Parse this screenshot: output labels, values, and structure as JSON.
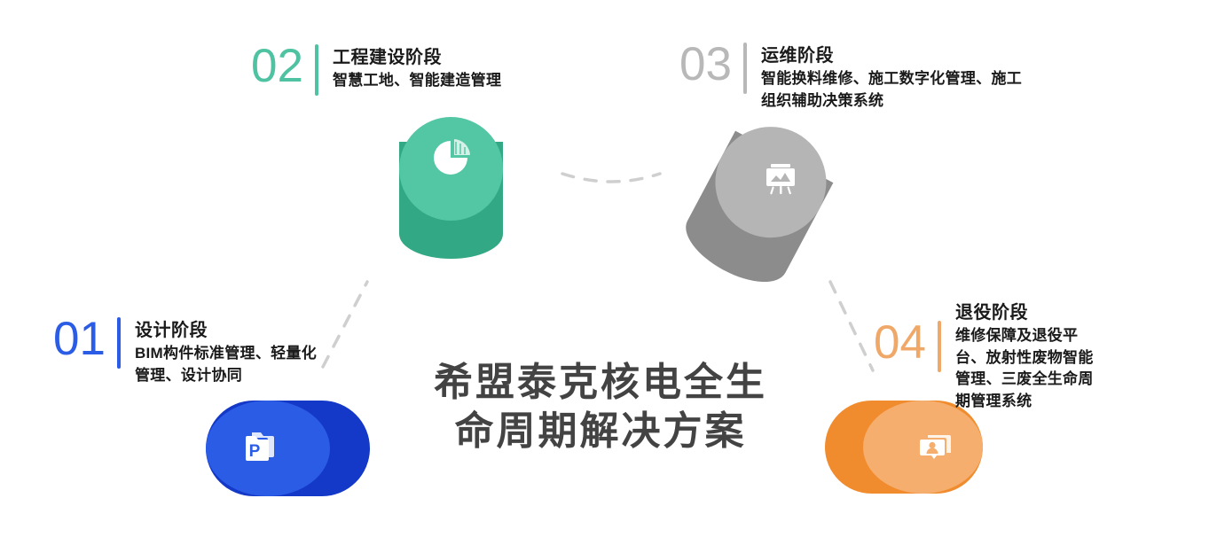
{
  "headline": {
    "line1": "希盟泰克核电全生",
    "line2": "命周期解决方案"
  },
  "colors": {
    "stage01_accent": "#2B5CE6",
    "stage02_accent": "#4FC3A1",
    "stage03_accent": "#B8B8B8",
    "stage04_accent": "#F0A868",
    "headline_text": "#434343",
    "body_text": "#1A1A1A",
    "connector_line": "#CFCFCF",
    "blue_dark": "#1438C8",
    "blue_light": "#2B5CE6",
    "green_dark": "#33A884",
    "green_light": "#53C6A4",
    "grey_dark": "#8C8C8C",
    "grey_light": "#B5B5B5",
    "orange_dark": "#F08C2E",
    "orange_light": "#F5AE6E"
  },
  "stages": [
    {
      "number": "01",
      "title": "设计阶段",
      "desc": "BIM构件标准管理、轻量化管理、设计协同",
      "icon": "document-stack-p-icon",
      "shape": "horizontal-cylinder-blue"
    },
    {
      "number": "02",
      "title": "工程建设阶段",
      "desc": "智慧工地、智能建造管理",
      "icon": "pie-chart-icon",
      "shape": "vertical-cylinder-green"
    },
    {
      "number": "03",
      "title": "运维阶段",
      "desc": "智能换料维修、施工数字化管理、施工组织辅助决策系统",
      "icon": "presentation-board-icon",
      "shape": "tilted-cylinder-grey"
    },
    {
      "number": "04",
      "title": "退役阶段",
      "desc": "维修保障及退役平台、放射性废物智能管理、三废全生命周期管理系统",
      "icon": "user-card-stack-icon",
      "shape": "horizontal-cylinder-orange"
    }
  ]
}
